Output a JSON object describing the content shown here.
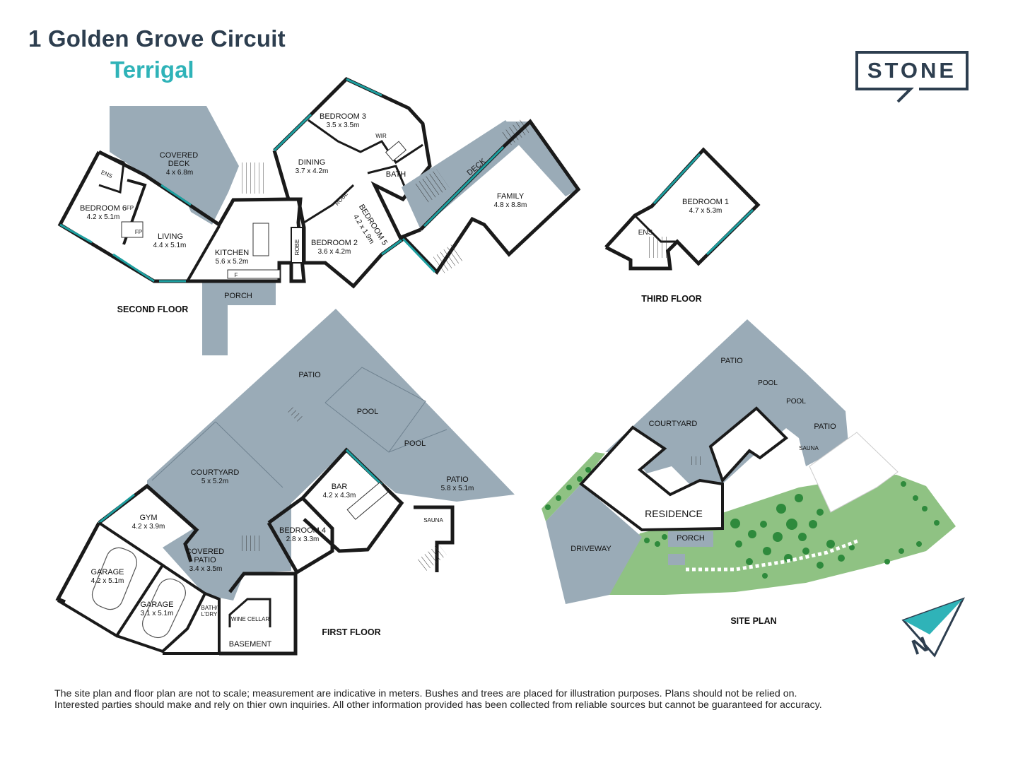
{
  "header": {
    "address": "1 Golden Grove Circuit",
    "suburb": "Terrigal"
  },
  "brand": {
    "logo_text": "STONE"
  },
  "colors": {
    "hard_area": "#9aabb7",
    "garden": "#8fc283",
    "wall": "#1a1a1a",
    "window": "#1d9fa0",
    "title": "#2d3e4f",
    "accent": "#2fb3b8"
  },
  "floors": {
    "second": {
      "label": "SECOND FLOOR",
      "rooms": {
        "covered_deck": {
          "name": "COVERED",
          "name2": "DECK",
          "size": "4 x 6.8m"
        },
        "bedroom6": {
          "name": "BEDROOM 6",
          "size": "4.2 x 5.1m"
        },
        "ens": {
          "name": "ENS"
        },
        "living": {
          "name": "LIVING",
          "size": "4.4 x 5.1m"
        },
        "fp1": {
          "name": "FP"
        },
        "fp2": {
          "name": "FP"
        },
        "kitchen": {
          "name": "KITCHEN",
          "size": "5.6 x 5.2m"
        },
        "fridge": {
          "name": "F"
        },
        "porch": {
          "name": "PORCH"
        },
        "robe": {
          "name": "ROBE"
        },
        "bedroom3": {
          "name": "BEDROOM 3",
          "size": "3.5 x 3.5m"
        },
        "wir": {
          "name": "WIR"
        },
        "dining": {
          "name": "DINING",
          "size": "3.7 x 4.2m"
        },
        "bath": {
          "name": "BATH"
        },
        "robe2": {
          "name": "ROBE"
        },
        "bedroom5": {
          "name": "BEDROOM 5",
          "size": "4.2 x 1.9m"
        },
        "bedroom2": {
          "name": "BEDROOM 2",
          "size": "3.6 x 4.2m"
        },
        "deck": {
          "name": "DECK"
        },
        "family": {
          "name": "FAMILY",
          "size": "4.8 x 8.8m"
        }
      }
    },
    "third": {
      "label": "THIRD FLOOR",
      "rooms": {
        "bedroom1": {
          "name": "BEDROOM 1",
          "size": "4.7 x 5.3m"
        },
        "ens": {
          "name": "ENS"
        }
      }
    },
    "first": {
      "label": "FIRST FLOOR",
      "rooms": {
        "patio": {
          "name": "PATIO"
        },
        "pool1": {
          "name": "POOL"
        },
        "pool2": {
          "name": "POOL"
        },
        "patio2": {
          "name": "PATIO",
          "size": "5.8 x 5.1m"
        },
        "courtyard": {
          "name": "COURTYARD",
          "size": "5 x 5.2m"
        },
        "bar": {
          "name": "BAR",
          "size": "4.2 x 4.3m"
        },
        "sauna": {
          "name": "SAUNA"
        },
        "bedroom4": {
          "name": "BEDROOM 4",
          "size": "2.8 x 3.3m"
        },
        "gym": {
          "name": "GYM",
          "size": "4.2 x 3.9m"
        },
        "covered_patio": {
          "name": "COVERED",
          "name2": "PATIO",
          "size": "3.4 x 3.5m"
        },
        "garage1": {
          "name": "GARAGE",
          "size": "4.2 x 5.1m"
        },
        "garage2": {
          "name": "GARAGE",
          "size": "3.1 x 5.1m"
        },
        "bath_ldry": {
          "name": "BATH/",
          "name2": "L'DRY"
        },
        "wine_cellar": {
          "name": "WINE CELLAR"
        },
        "basement": {
          "name": "BASEMENT"
        }
      }
    },
    "site": {
      "label": "SITE PLAN",
      "areas": {
        "patio": {
          "name": "PATIO"
        },
        "pool1": {
          "name": "POOL"
        },
        "pool2": {
          "name": "POOL"
        },
        "patio2": {
          "name": "PATIO"
        },
        "courtyard": {
          "name": "COURTYARD"
        },
        "sauna": {
          "name": "SAUNA"
        },
        "residence": {
          "name": "RESIDENCE"
        },
        "porch": {
          "name": "PORCH"
        },
        "driveway": {
          "name": "DRIVEWAY"
        }
      }
    }
  },
  "compass": {
    "icon": "north-arrow-icon",
    "letter": "N"
  },
  "disclaimer": {
    "line1": "The site plan and floor plan are not to scale; measurement are indicative in meters. Bushes and trees are placed for illustration purposes. Plans should not be relied on.",
    "line2": "Interested parties should make and rely on thier own inquiries. All other information provided has been collected from reliable sources but cannot be guaranteed for accuracy."
  }
}
